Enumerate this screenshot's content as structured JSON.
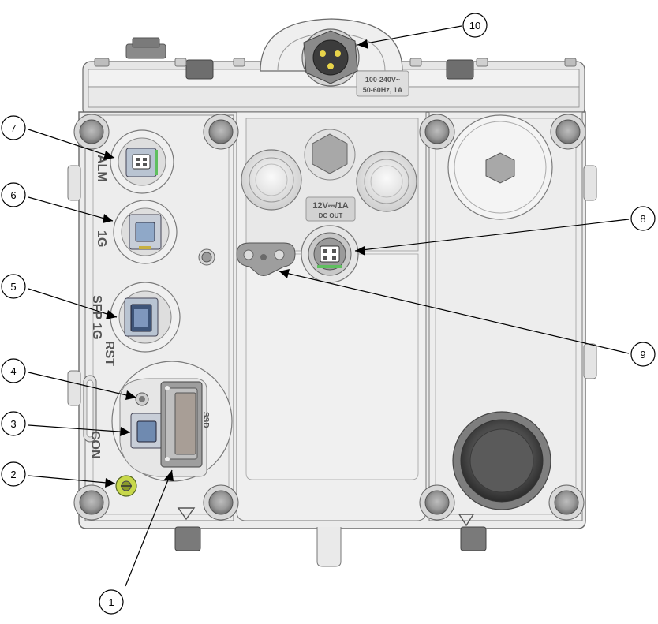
{
  "panel": {
    "power_rating_line1": "100-240V~",
    "power_rating_line2": "50-60Hz, 1A",
    "dc_out_line1": "12V⎓/1A",
    "dc_out_line2": "DC OUT",
    "label_alm": "ALM",
    "label_1g": "1G",
    "label_sfp": "SFP 1G",
    "label_rst": "RST",
    "label_con": "CON",
    "label_ssd": "SSD"
  },
  "callouts": [
    {
      "number": "1"
    },
    {
      "number": "2"
    },
    {
      "number": "3"
    },
    {
      "number": "4"
    },
    {
      "number": "5"
    },
    {
      "number": "6"
    },
    {
      "number": "7"
    },
    {
      "number": "8"
    },
    {
      "number": "9"
    },
    {
      "number": "10"
    }
  ],
  "colors": {
    "body": "#ececec",
    "outline": "#6b6b6b",
    "ground_terminal": "#c8d84a",
    "connector_green": "#5fbf5f",
    "port_blue": "#8fa8c8"
  }
}
